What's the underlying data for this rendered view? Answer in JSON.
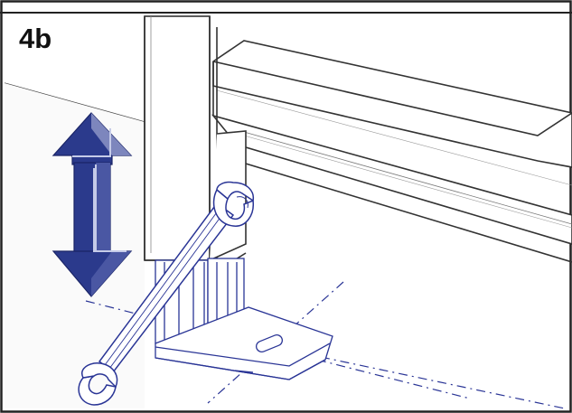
{
  "step": {
    "label": "4b"
  },
  "figure": {
    "items": [
      "table-leg",
      "crossbar-rail",
      "leveling-foot-plate",
      "open-end-wrench",
      "height-adjust-arrow"
    ]
  },
  "colors": {
    "outline": "#333333",
    "arrow_fill": "#2b3a8c",
    "arrow_dark": "#1a2466",
    "wrench_stroke": "#2a3596",
    "dash_line": "#2a3596",
    "floor_shade": "#f3f3f3"
  }
}
